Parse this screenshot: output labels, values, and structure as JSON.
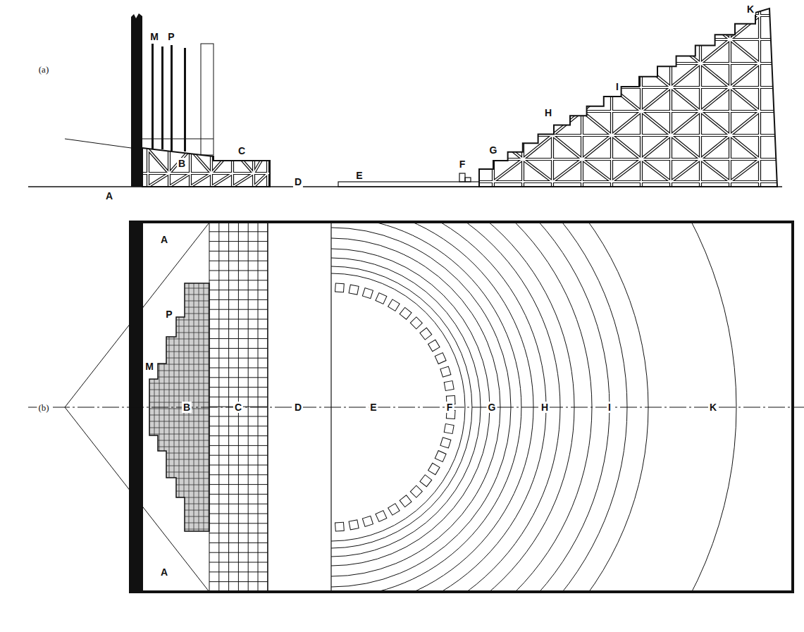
{
  "diagram": {
    "labels": [
      "(a)",
      "A",
      "M",
      "P",
      "B",
      "C",
      "D",
      "E",
      "F",
      "G",
      "H",
      "I",
      "K",
      "(b)",
      "A",
      "A",
      "P",
      "M",
      "B",
      "C",
      "D",
      "E",
      "F",
      "G",
      "H",
      "I",
      "K"
    ]
  }
}
